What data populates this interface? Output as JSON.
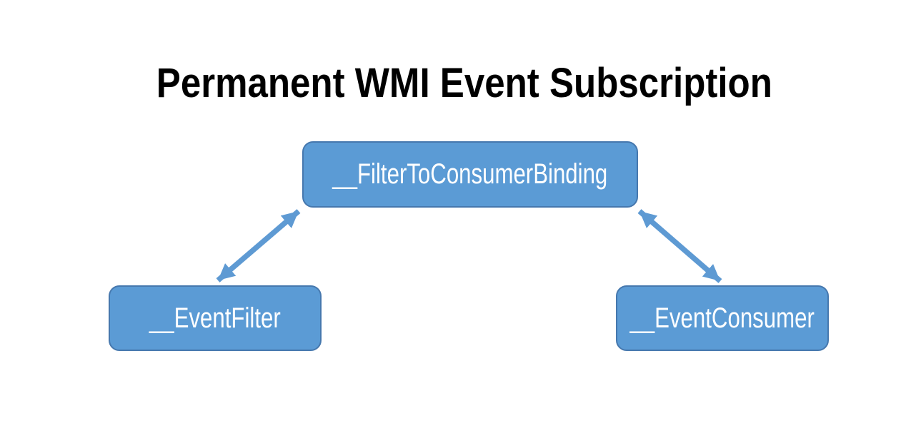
{
  "title": "Permanent WMI Event Subscription",
  "diagram": {
    "nodes": [
      {
        "id": "filter-to-consumer-binding",
        "label": "__FilterToConsumerBinding"
      },
      {
        "id": "event-filter",
        "label": "__EventFilter"
      },
      {
        "id": "event-consumer",
        "label": "__EventConsumer"
      }
    ],
    "edges": [
      {
        "from": "event-filter",
        "to": "filter-to-consumer-binding",
        "style": "double-headed-arrow"
      },
      {
        "from": "event-consumer",
        "to": "filter-to-consumer-binding",
        "style": "double-headed-arrow"
      }
    ],
    "colors": {
      "background": "#FFFFFF",
      "title_text": "#000000",
      "node_fill": "#5B9BD5",
      "node_border": "#4678AE",
      "node_text": "#FFFFFF",
      "arrow": "#5E9AD3"
    }
  }
}
